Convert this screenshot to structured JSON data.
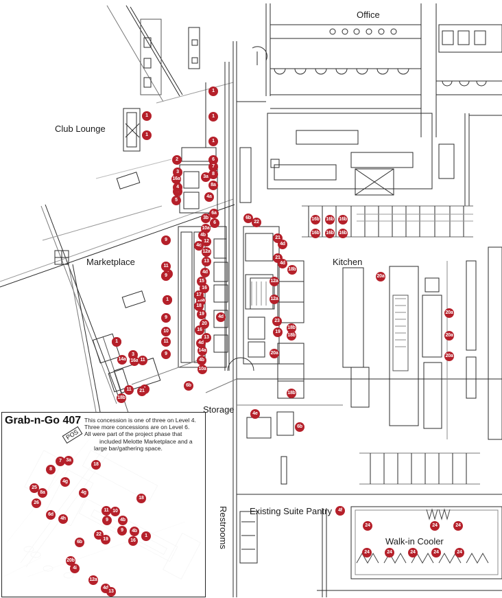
{
  "labels": {
    "office": "Office",
    "club_lounge": "Club Lounge",
    "marketplace": "Marketplace",
    "kitchen": "Kitchen",
    "storage": "Storage",
    "restrooms": "Restrooms",
    "existing_suite_pantry": "Existing Suite Pantry",
    "walk_in_cooler": "Walk-in Cooler"
  },
  "inset": {
    "title": "Grab-n-Go 407",
    "pos_label": "POS",
    "note_lines": [
      "This concession is one of three on Level 4.",
      "Three more concessions are on Level 6.",
      "All were part of the project phase that",
      "included Melotte Marketplace and a",
      "large bar/gathering space."
    ]
  },
  "equipment_tags": [
    "1",
    "1",
    "1",
    "1",
    "1",
    "1",
    "1",
    "1",
    "1",
    "1",
    "2",
    "3",
    "16a",
    "4",
    "5",
    "6",
    "7",
    "8",
    "3a",
    "8a",
    "4a",
    "6a",
    "3b",
    "6",
    "6b",
    "22",
    "10a",
    "4b",
    "12",
    "4c",
    "12a",
    "13",
    "4d",
    "15",
    "16",
    "18a",
    "19",
    "20",
    "9",
    "9",
    "11",
    "9",
    "1",
    "9",
    "10",
    "11",
    "9",
    "14a",
    "10a",
    "4b",
    "16",
    "13",
    "4d",
    "17",
    "18",
    "21",
    "4d",
    "21",
    "4d",
    "18b",
    "12a",
    "12a",
    "4d",
    "23",
    "18b",
    "18b",
    "19",
    "20a",
    "18b",
    "16b",
    "16b",
    "16b",
    "16b",
    "16b",
    "16b",
    "20a",
    "20a",
    "20a",
    "20a",
    "1",
    "3",
    "16a",
    "11",
    "14a",
    "11",
    "21",
    "18b",
    "6b",
    "4e",
    "6b",
    "4f",
    "24",
    "24",
    "24",
    "24",
    "24",
    "24",
    "24",
    "24",
    "7",
    "3a",
    "8",
    "18",
    "25",
    "8a",
    "4g",
    "4g",
    "18",
    "26",
    "6d",
    "4h",
    "11",
    "10",
    "9",
    "4b",
    "9",
    "4b",
    "1",
    "16",
    "22",
    "19",
    "6b",
    "20b",
    "4i",
    "12a",
    "4d",
    "13"
  ],
  "colors": {
    "tag_fill": "#b5202a",
    "line": "#2a2a2a",
    "light_line": "#8a8a8a"
  }
}
